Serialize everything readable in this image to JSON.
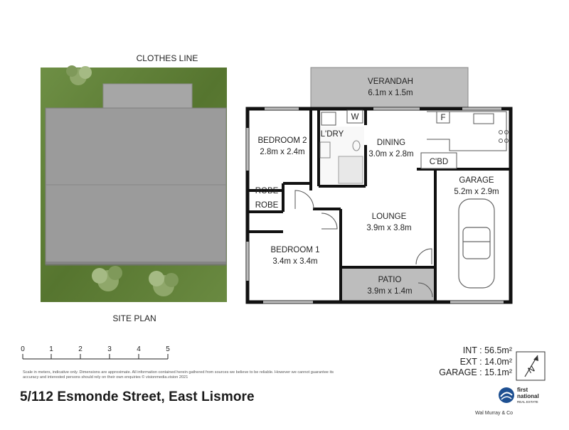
{
  "site_plan": {
    "top_label": "CLOTHES LINE",
    "bottom_label": "SITE PLAN"
  },
  "rooms": {
    "verandah": {
      "name": "VERANDAH",
      "size": "6.1m x 1.5m"
    },
    "bedroom2": {
      "name": "BEDROOM 2",
      "size": "2.8m x 2.4m"
    },
    "laundry": {
      "name": "L'DRY",
      "fixture_w": "W"
    },
    "dining": {
      "name": "DINING",
      "size": "3.0m x 2.8m"
    },
    "fridge": {
      "name": "F"
    },
    "cupboard": {
      "name": "C'BD"
    },
    "garage": {
      "name": "GARAGE",
      "size": "5.2m x 2.9m"
    },
    "robe_a": {
      "name": "ROBE"
    },
    "robe_b": {
      "name": "ROBE"
    },
    "lounge": {
      "name": "LOUNGE",
      "size": "3.9m x 3.8m"
    },
    "bedroom1": {
      "name": "BEDROOM 1",
      "size": "3.4m x 3.4m"
    },
    "patio": {
      "name": "PATIO",
      "size": "3.9m x 1.4m"
    }
  },
  "scale_bar": {
    "ticks": [
      "0",
      "1",
      "2",
      "3",
      "4",
      "5"
    ]
  },
  "disclaimer": "Scale in meters, indicative only. Dimensions are approximate. All information contained herein gathered from sources we believe to be reliable. However we cannot guarantee its accuracy and interested persons should rely on their own enquiries © visionmedia.vision 2021",
  "areas": {
    "int": "INT : 56.5m²",
    "ext": "EXT : 14.0m²",
    "garage": "GARAGE : 15.1m²"
  },
  "compass": {
    "letter": "N"
  },
  "address": "5/112 Esmonde Street, East Lismore",
  "brand": {
    "line1": "first",
    "line2": "national",
    "line3": "REAL ESTATE",
    "agency": "Wal Murray & Co"
  },
  "colors": {
    "grass": "#5f7f3a",
    "roof": "#9a9a9a",
    "wall": "#111111",
    "shade": "#bdbdbd",
    "brand_blue": "#1d4f91"
  }
}
